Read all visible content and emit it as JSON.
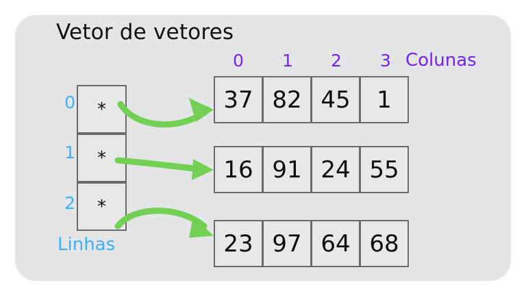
{
  "panel": {
    "background_color": "#e4e5e7",
    "title": "Vetor de vetores"
  },
  "colors": {
    "row_label": "#3fb0f7",
    "column_label": "#7722ee",
    "arrow": "#74d055",
    "cell_border": "#6a6a6a",
    "text": "#0d0d0d"
  },
  "axes": {
    "rows_label": "Linhas",
    "columns_label": "Colunas",
    "row_indices": [
      "0",
      "1",
      "2"
    ],
    "column_indices": [
      "0",
      "1",
      "2",
      "3"
    ]
  },
  "pointer_array": {
    "cells": [
      "*",
      "*",
      "*"
    ]
  },
  "rows": [
    {
      "index": "0",
      "values": [
        "37",
        "82",
        "45",
        "1"
      ]
    },
    {
      "index": "1",
      "values": [
        "16",
        "91",
        "24",
        "55"
      ]
    },
    {
      "index": "2",
      "values": [
        "23",
        "97",
        "64",
        "68"
      ]
    }
  ],
  "arrows": [
    {
      "name": "arrow-row-0"
    },
    {
      "name": "arrow-row-1"
    },
    {
      "name": "arrow-row-2"
    }
  ]
}
